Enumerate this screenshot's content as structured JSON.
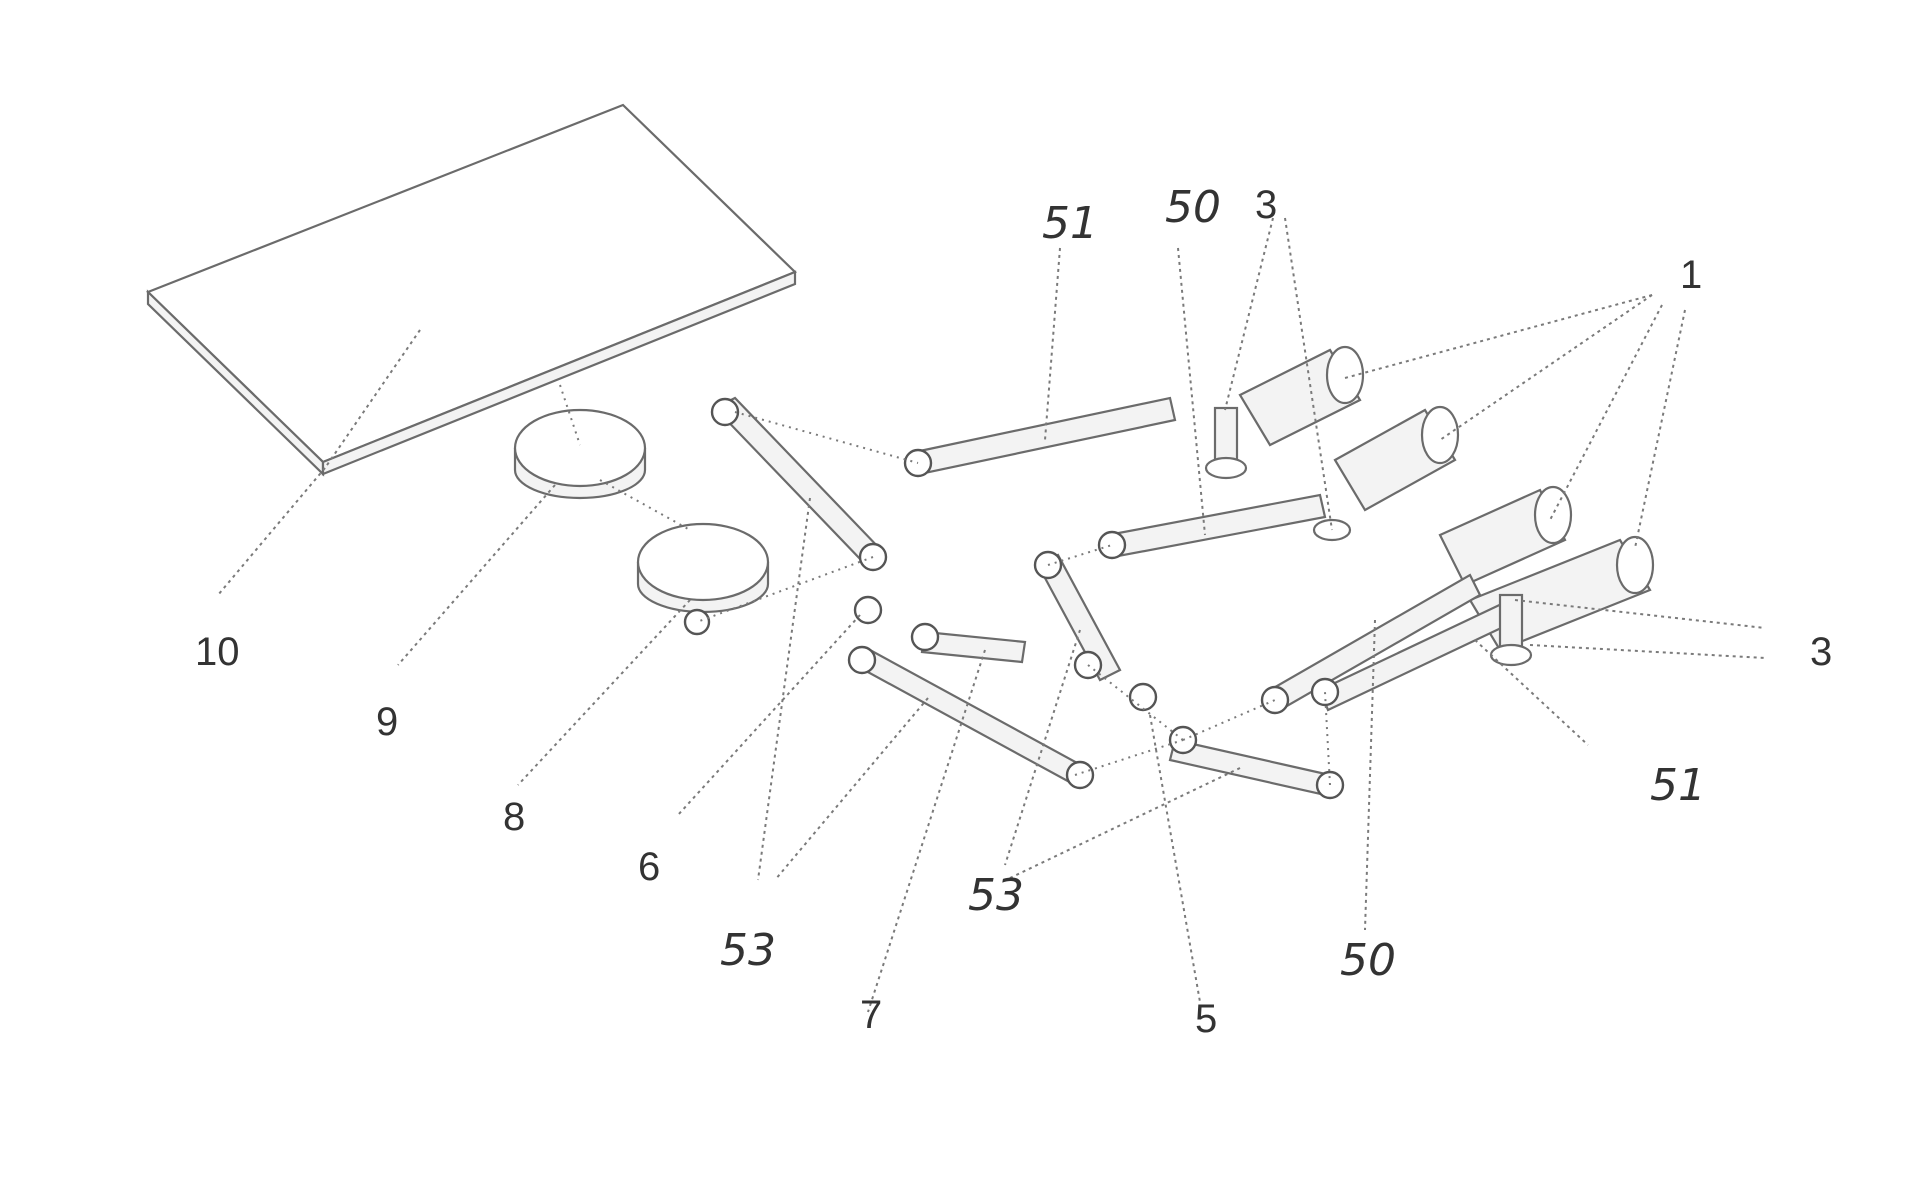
{
  "labels": {
    "n1": "1",
    "n3_top": "3",
    "n3_right": "3",
    "n5": "5",
    "n6": "6",
    "n7": "7",
    "n8": "8",
    "n9": "9",
    "n10": "10",
    "n50_top": "50",
    "n50_bottom": "50",
    "n51_top": "51",
    "n51_right": "51",
    "n53_left": "53",
    "n53_center": "53"
  }
}
